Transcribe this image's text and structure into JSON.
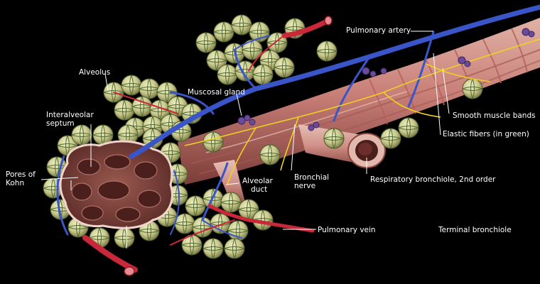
{
  "diagram": {
    "labels": {
      "pulmonary_artery": "Pulmonary artery",
      "alveolus": "Alveolus",
      "muscosal_gland": "Muscosal gland",
      "interalveolar_septum_line1": "Interalveolar",
      "interalveolar_septum_line2": "septum",
      "smooth_muscle_bands": "Smooth muscle bands",
      "elastic_fibers": "Elastic fibers (in green)",
      "pores_of_kohn_line1": "Pores of",
      "pores_of_kohn_line2": "Kohn",
      "alveolar_duct_line1": "Alveolar",
      "alveolar_duct_line2": "duct",
      "bronchial_nerve_line1": "Bronchial",
      "bronchial_nerve_line2": "nerve",
      "respiratory_bronchiole": "Respiratory bronchiole, 2nd order",
      "pulmonary_vein": "Pulmonary vein",
      "terminal_bronchiole": "Terminal bronchiole"
    },
    "colors": {
      "background": "#000000",
      "alveoli": "#c9c98a",
      "alveoli_lines": "#3f5a2a",
      "artery": "#3a55c8",
      "vein": "#c8283a",
      "muscle": "#c98a84",
      "nerve": "#f0d020",
      "tissue": "#7a3f38",
      "label": "#ffffff"
    }
  }
}
